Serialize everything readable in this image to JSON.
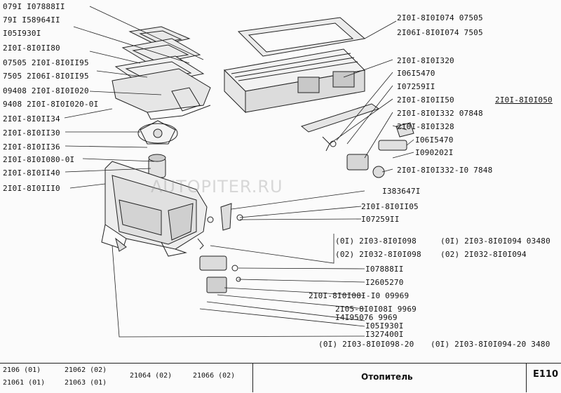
{
  "watermark": "AUTOPITER.RU",
  "parts": [
    {
      "text": "079I I07888II"
    },
    {
      "text": "79I  I58964II"
    },
    {
      "text": "I05I930I"
    },
    {
      "text": "2I0I-8I0II80"
    },
    {
      "text": "07505 2I0I-8I0II95"
    },
    {
      "text": "7505 2I06I-8I0II95"
    },
    {
      "text": "09408 2I0I-8I0I020"
    },
    {
      "text": "9408 2I0I-8I0I020-0I"
    },
    {
      "text": "2I0I-8I0II34"
    },
    {
      "text": "2I0I-8I0II30"
    },
    {
      "text": "2I0I-8I0II36"
    },
    {
      "text": "2I0I-8I0I080-0I"
    },
    {
      "text": "2I0I-8I0II40"
    },
    {
      "text": "2I0I-8I0III0"
    },
    {
      "text": "2I0I-8I0I074 07505"
    },
    {
      "text": "2I06I-8I0I074 7505"
    },
    {
      "text": "2I0I-8I0I320"
    },
    {
      "text": "I06I5470"
    },
    {
      "text": "I07259II"
    },
    {
      "text": "2I0I-8I0II50"
    },
    {
      "text": "2I0I-8I0I050"
    },
    {
      "text": "2I0I-8I0I332 07848"
    },
    {
      "text": "2I0I-8I0I328"
    },
    {
      "text": "I06I5470"
    },
    {
      "text": "I090202I"
    },
    {
      "text": "2I0I-8I0I332-I0 7848"
    },
    {
      "text": "I383647I"
    },
    {
      "text": "2I0I-8I0II05"
    },
    {
      "text": "I07259II"
    },
    {
      "text": "(0I) 2I03-8I0I098"
    },
    {
      "text": "(02) 2I032-8I0I098"
    },
    {
      "text": "(0I) 2I03-8I0I094 03480"
    },
    {
      "text": "(02) 2I032-8I0I094"
    },
    {
      "text": "I07888II"
    },
    {
      "text": "I2605270"
    },
    {
      "text": "2I0I-8I0I08I-I0  09969"
    },
    {
      "text": "2I05-8I0I08I 9969"
    },
    {
      "text": "I4I95076 9969"
    },
    {
      "text": "I05I930I"
    },
    {
      "text": "I327400I"
    },
    {
      "text": "(0I) 2I03-8I0I098-20"
    },
    {
      "text": "(0I) 2I03-8I0I094-20 3480"
    }
  ],
  "footer": {
    "models": [
      "2106 (01)",
      "21062 (02)",
      "21064 (02)",
      "21066 (02)",
      "21061 (01)",
      "21063 (01)"
    ],
    "title": "Отопитель",
    "code": "E110"
  }
}
